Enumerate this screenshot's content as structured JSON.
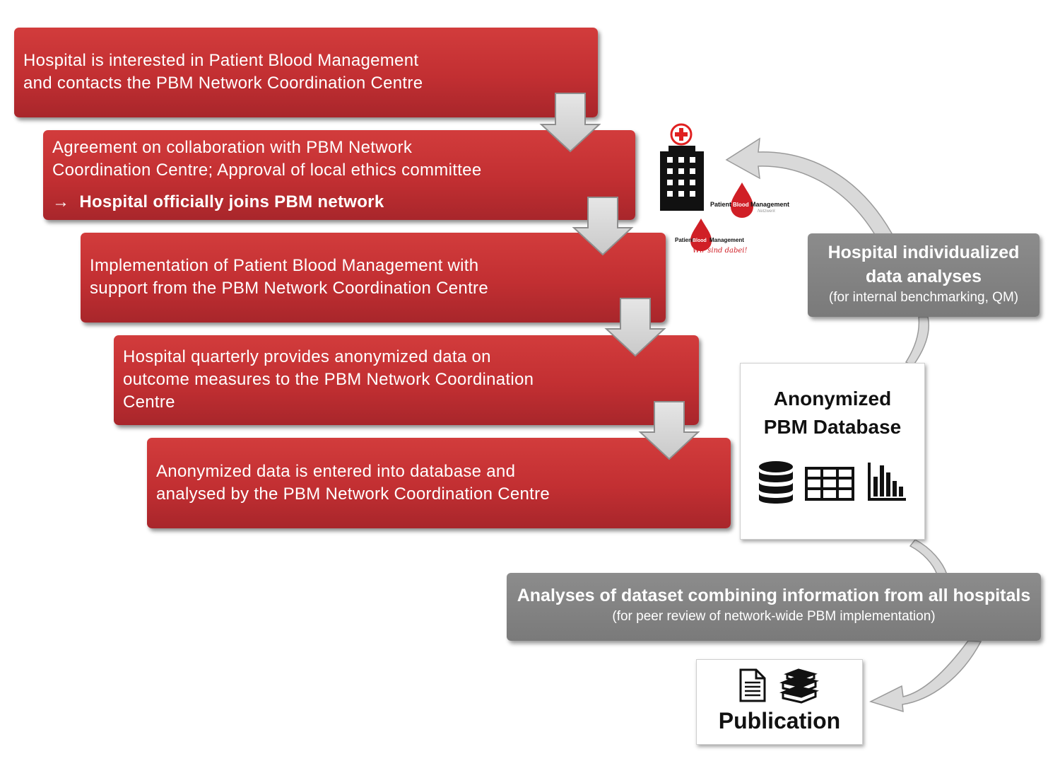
{
  "steps": [
    {
      "text": "Hospital is interested in Patient Blood Management\nand contacts the PBM Network Coordination Centre"
    },
    {
      "text": "Agreement on collaboration with PBM Network\nCoordination Centre; Approval of local ethics committee",
      "note_arrow": "→",
      "note": "Hospital officially joins PBM network"
    },
    {
      "text": "Implementation of Patient Blood Management with\nsupport from the PBM Network Coordination Centre"
    },
    {
      "text": "Hospital quarterly provides anonymized data on\noutcome measures to the PBM Network Coordination\nCentre"
    },
    {
      "text": "Anonymized data is entered into database and\nanalysed by the PBM Network Coordination Centre"
    }
  ],
  "hospital_analyses": {
    "title": "Hospital individualized\ndata analyses",
    "subtitle": "(for internal benchmarking, QM)"
  },
  "database": {
    "title": "Anonymized\nPBM Database",
    "icons": [
      "database-icon",
      "table-icon",
      "bar-chart-icon"
    ]
  },
  "network_analyses": {
    "title": "Analyses of dataset combining information from all hospitals",
    "subtitle": "(for peer review of network-wide PBM implementation)"
  },
  "publication": {
    "title": "Publication",
    "icons": [
      "document-icon",
      "books-icon"
    ]
  },
  "logos": {
    "logo1": {
      "left": "Patient",
      "drop": "Blood",
      "right": "Management",
      "tagline": "Netzwerk"
    },
    "logo2": {
      "left": "Patient",
      "drop": "Blood",
      "right": "Management",
      "tagline": "Wir sind dabei!"
    }
  },
  "colors": {
    "step_red": "#c8353a",
    "analysis_grey": "#838383",
    "cross_red": "#e02020"
  }
}
